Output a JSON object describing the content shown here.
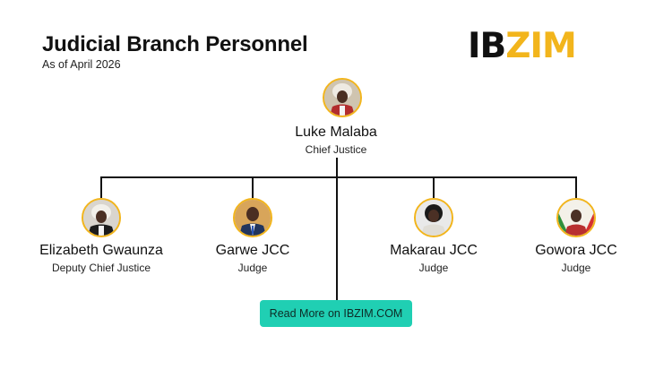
{
  "header": {
    "title": "Judicial Branch Personnel",
    "subtitle": "As of April 2026",
    "logo_part1": "IB",
    "logo_part2": "ZIM"
  },
  "colors": {
    "accent": "#f2b51c",
    "button": "#20cfb3",
    "lines": "#111111"
  },
  "root": {
    "name": "Luke Malaba",
    "role": "Chief Justice"
  },
  "members": [
    {
      "name": "Elizabeth Gwaunza",
      "role": "Deputy Chief Justice"
    },
    {
      "name": "Garwe JCC",
      "role": "Judge"
    },
    {
      "name": "Makarau JCC",
      "role": "Judge"
    },
    {
      "name": "Gowora JCC",
      "role": "Judge"
    }
  ],
  "cta": {
    "label": "Read More on IBZIM.COM"
  }
}
